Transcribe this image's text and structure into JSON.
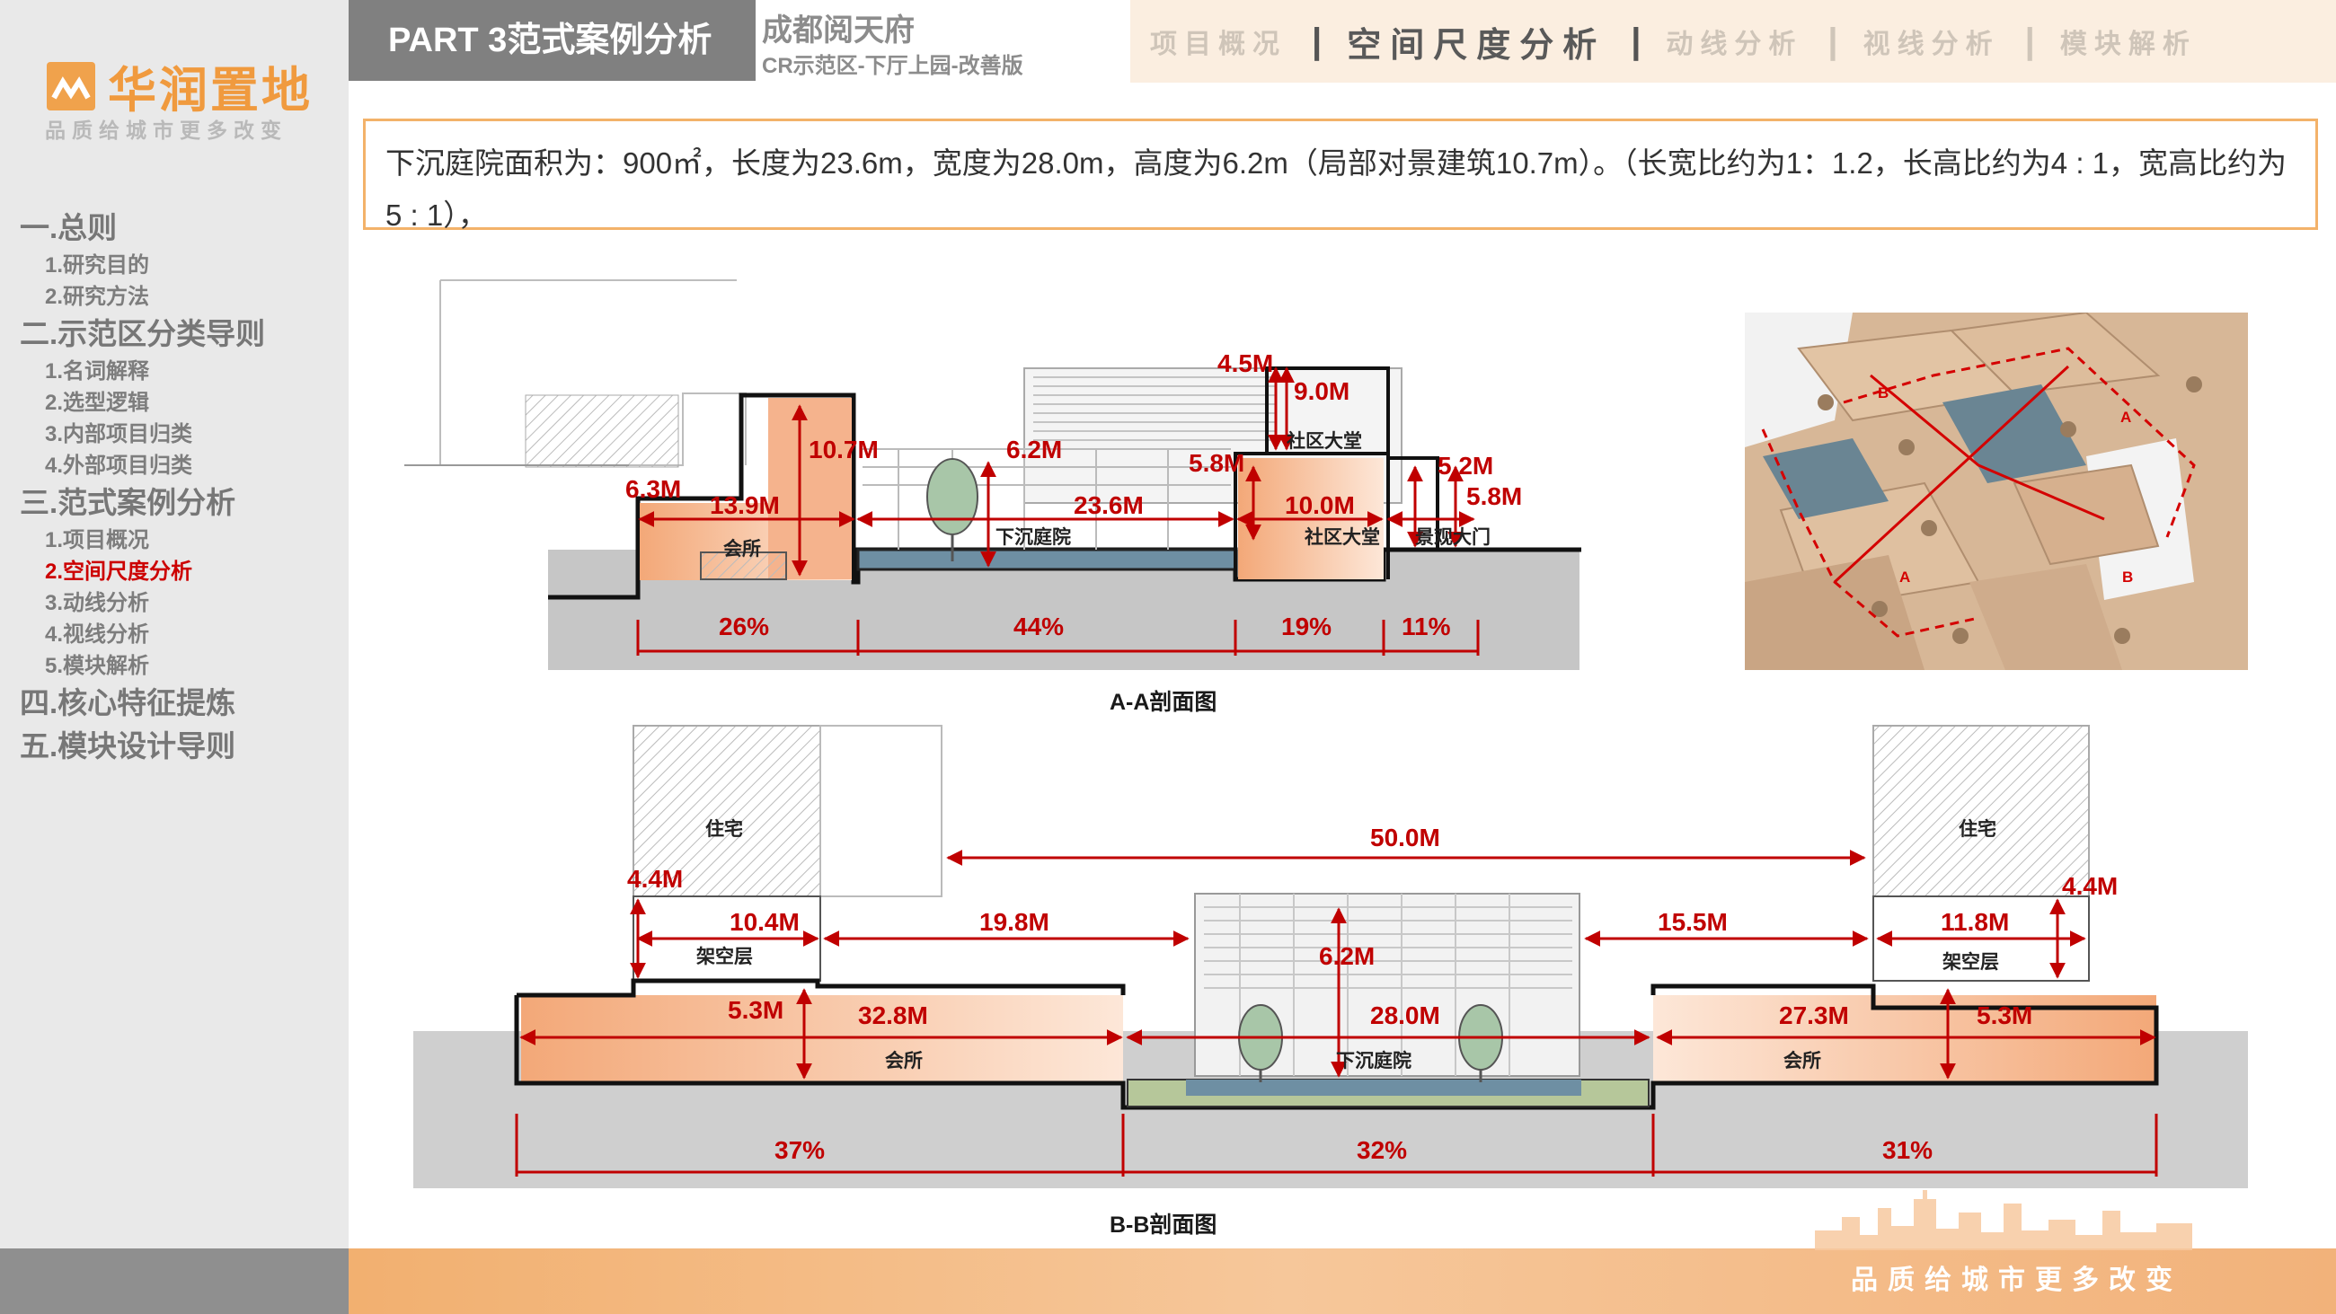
{
  "brand": {
    "name": "华润置地",
    "slogan": "品质给城市更多改变"
  },
  "toc": [
    {
      "label": "一.总则",
      "items": [
        "1.研究目的",
        "2.研究方法"
      ]
    },
    {
      "label": "二.示范区分类导则",
      "items": [
        "1.名词解释",
        "2.选型逻辑",
        "3.内部项目归类",
        "4.外部项目归类"
      ]
    },
    {
      "label": "三.范式案例分析",
      "items": [
        "1.项目概况",
        "2.空间尺度分析",
        "3.动线分析",
        "4.视线分析",
        "5.模块解析"
      ]
    },
    {
      "label": "四.核心特征提炼",
      "items": []
    },
    {
      "label": "五.模块设计导则",
      "items": []
    }
  ],
  "toc_active": "2.空间尺度分析",
  "header": {
    "part": "PART 3范式案例分析",
    "case_title": "成都阅天府",
    "case_sub": "CR示范区-下厅上园-改善版",
    "tabs": [
      "项目概况",
      "空间尺度分析",
      "动线分析",
      "视线分析",
      "模块解析"
    ],
    "active_tab": "空间尺度分析"
  },
  "description": "下沉庭院面积为：900㎡，长度为23.6m，宽度为28.0m，高度为6.2m（局部对景建筑10.7m）。（长宽比约为1：1.2，长高比约为4 : 1，宽高比约为5 : 1），",
  "section_aa": {
    "caption": "A-A剖面图",
    "dims": {
      "h1": "10.7M",
      "h2": "6.2M",
      "h3": "4.5M",
      "h4": "9.0M",
      "h5": "5.8M",
      "h6": "5.2M",
      "h7": "5.8M",
      "h8": "6.3M",
      "w1": "13.9M",
      "w2": "23.6M",
      "w3": "10.0M"
    },
    "labels": {
      "club": "会所",
      "court": "下沉庭院",
      "lobby_up": "社区大堂",
      "lobby": "社区大堂",
      "gate": "景观大门"
    },
    "percents": [
      "26%",
      "44%",
      "19%",
      "11%"
    ]
  },
  "section_bb": {
    "caption": "B-B剖面图",
    "dims": {
      "total": "50.0M",
      "h_left": "4.4M",
      "w_pilotis_l": "10.4M",
      "w_l": "19.8M",
      "h_court": "6.2M",
      "w_r": "15.5M",
      "w_pilotis_r": "11.8M",
      "h_right": "4.4M",
      "h_club_l": "5.3M",
      "w_club_l": "32.8M",
      "w_court": "28.0M",
      "w_club_r": "27.3M",
      "h_club_r": "5.3M"
    },
    "labels": {
      "res_l": "住宅",
      "res_r": "住宅",
      "pilotis_l": "架空层",
      "pilotis_r": "架空层",
      "club_l": "会所",
      "court": "下沉庭院",
      "club_r": "会所"
    },
    "percents": [
      "37%",
      "32%",
      "31%"
    ]
  },
  "model_photo": {
    "marks": [
      "A",
      "A",
      "B",
      "B"
    ]
  },
  "colors": {
    "accent": "#c00000",
    "orange": "#f09a3e",
    "water": "#6e8fa3"
  }
}
